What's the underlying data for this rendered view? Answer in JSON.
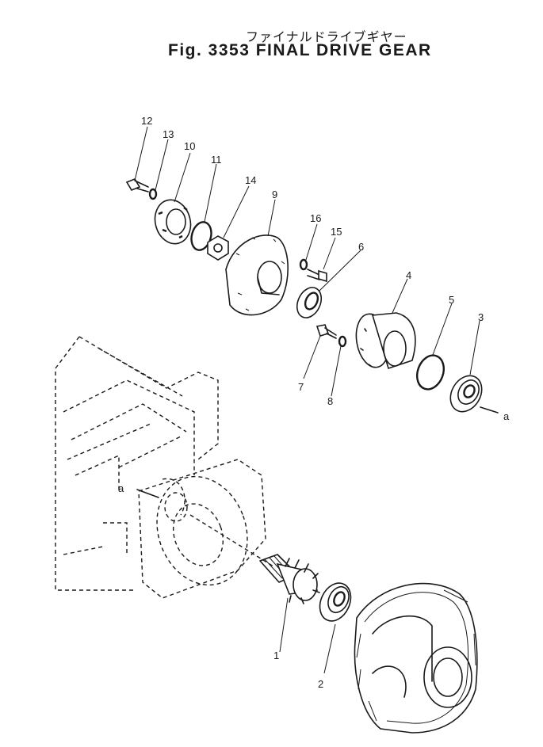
{
  "figure": {
    "title_jp": "ファイナルドライブギヤー",
    "title_en": "Fig. 3353 FINAL DRIVE GEAR"
  },
  "callouts": {
    "c1": "1",
    "c2": "2",
    "c3": "3",
    "c4": "4",
    "c5": "5",
    "c6": "6",
    "c7": "7",
    "c8": "8",
    "c9": "9",
    "c10": "10",
    "c11": "11",
    "c12": "12",
    "c13": "13",
    "c14": "14",
    "c15": "15",
    "c16": "16",
    "ref_a_left": "a",
    "ref_a_right": "a"
  }
}
